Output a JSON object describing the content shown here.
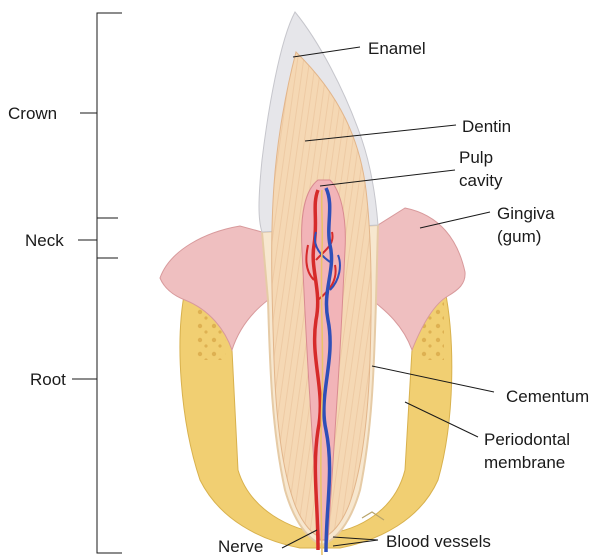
{
  "diagram": {
    "regions": [
      {
        "id": "crown",
        "label": "Crown"
      },
      {
        "id": "neck",
        "label": "Neck"
      },
      {
        "id": "root",
        "label": "Root"
      }
    ],
    "structures": [
      {
        "id": "enamel",
        "lines": [
          "Enamel"
        ]
      },
      {
        "id": "dentin",
        "lines": [
          "Dentin"
        ]
      },
      {
        "id": "pulp",
        "lines": [
          "Pulp",
          "cavity"
        ]
      },
      {
        "id": "gingiva",
        "lines": [
          "Gingiva",
          "(gum)"
        ]
      },
      {
        "id": "cementum",
        "lines": [
          "Cementum"
        ]
      },
      {
        "id": "periodontal",
        "lines": [
          "Periodontal",
          "membrane"
        ]
      },
      {
        "id": "nerve",
        "lines": [
          "Nerve"
        ]
      },
      {
        "id": "blood",
        "lines": [
          "Blood vessels"
        ]
      }
    ],
    "colors": {
      "enamel": "#e6e6ea",
      "dentin": "#f5d8b4",
      "pulp": "#f2b4b8",
      "gingiva": "#efbfc0",
      "bone": "#f1cf72",
      "artery": "#d62a2a",
      "vein": "#2f4fb8"
    }
  }
}
